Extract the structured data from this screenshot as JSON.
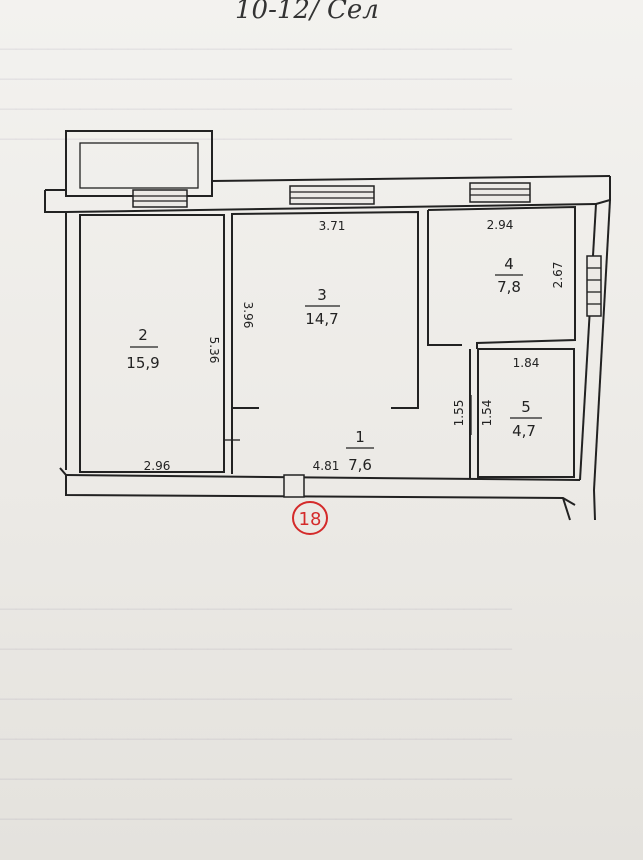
{
  "header": {
    "handwritten": "10-12/ Сел"
  },
  "unit_marker": {
    "number": "18",
    "color": "#d42a2a"
  },
  "rooms": [
    {
      "id": "2",
      "area": "15,9",
      "width_label": "2.96",
      "height_label": "5.36"
    },
    {
      "id": "3",
      "area": "14,7",
      "width_label": "3.71",
      "height_label": "3.96"
    },
    {
      "id": "4",
      "area": "7,8",
      "width_label": "2.94",
      "height_label": "2.67"
    },
    {
      "id": "5",
      "area": "4,7",
      "width_label": "1.84",
      "height_label": "1.54"
    },
    {
      "id": "1",
      "area": "7,6",
      "width_label": "4.81",
      "height_label": "1.55"
    }
  ],
  "colors": {
    "ink": "#222222",
    "paper": "#eceae6",
    "marker": "#d42a2a"
  }
}
